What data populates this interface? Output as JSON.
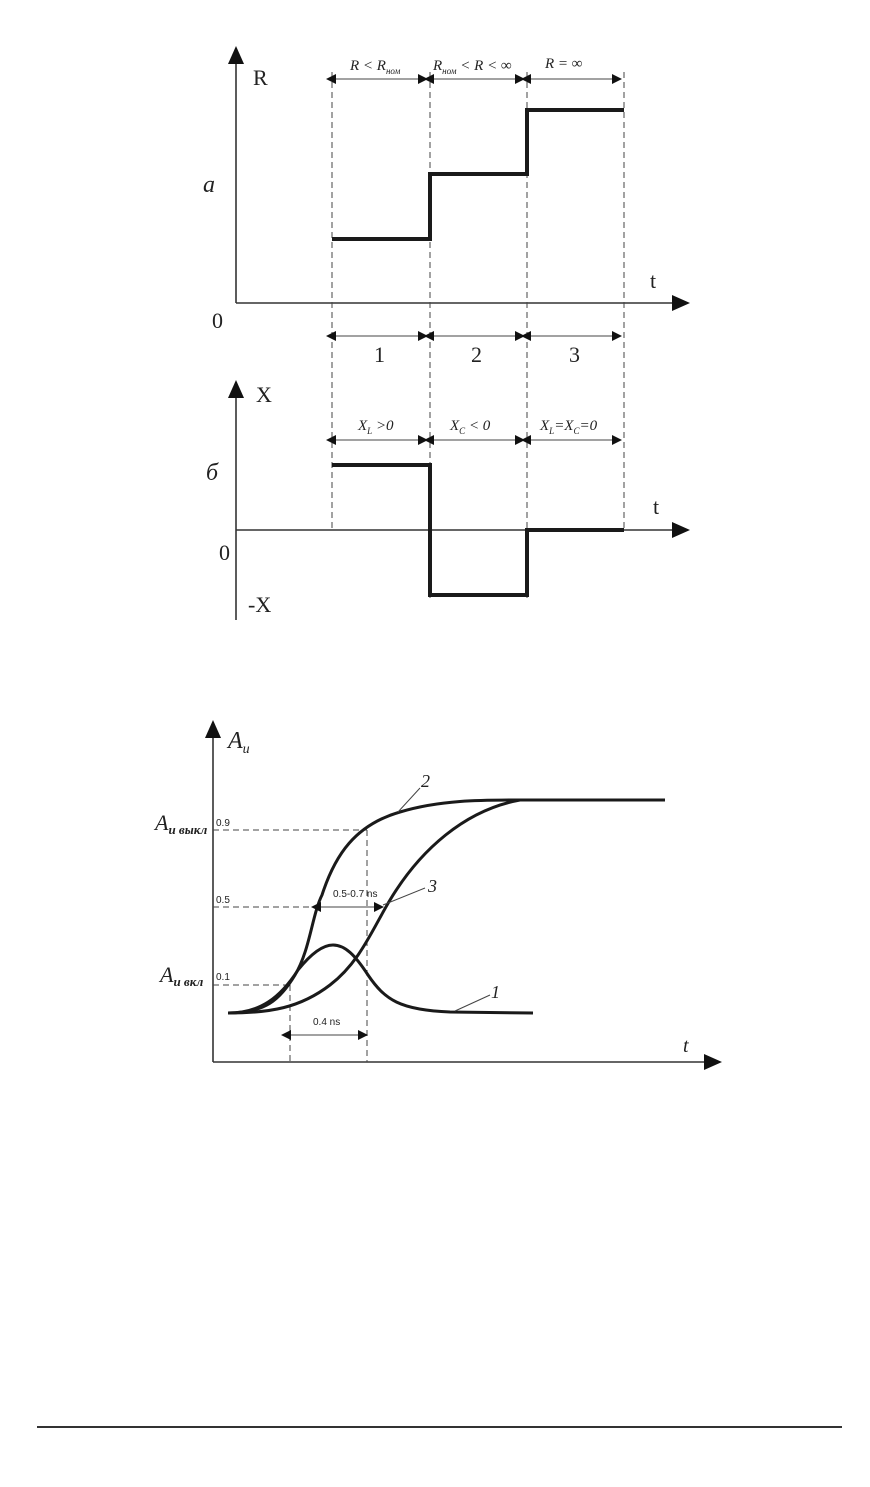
{
  "figure_a": {
    "panel_label": "а",
    "y_axis_label": "R",
    "x_axis_label": "t",
    "origin_label": "0",
    "intervals": [
      {
        "main": "R < R",
        "sub": "ном",
        "tail": ""
      },
      {
        "main": "R",
        "sub": "ном",
        "tail": " < R < ∞"
      },
      {
        "main": "R = ∞",
        "sub": "",
        "tail": ""
      }
    ],
    "stage_numbers": [
      "1",
      "2",
      "3"
    ],
    "steps": [
      1,
      2,
      3
    ]
  },
  "figure_b": {
    "panel_label": "б",
    "y_axis_label": "X",
    "neg_axis_label": "-X",
    "x_axis_label": "t",
    "origin_label": "0",
    "intervals": [
      {
        "p1": "X",
        "s1": "L",
        "p2": " >0",
        "s2": "",
        "p3": ""
      },
      {
        "p1": "X",
        "s1": "C",
        "p2": " < 0",
        "s2": "",
        "p3": ""
      },
      {
        "p1": "X",
        "s1": "L",
        "p2": "=X",
        "s2": "C",
        "p3": "=0"
      }
    ],
    "steps": [
      1,
      -1,
      0
    ]
  },
  "figure_c": {
    "y_axis_label": "A",
    "y_axis_sub": "и",
    "x_axis_label": "t",
    "off_label": "A",
    "off_sub": "и выкл",
    "on_label": "A",
    "on_sub": "и вкл",
    "levels": [
      "0.9",
      "0.5",
      "0.1"
    ],
    "curve_labels": [
      "1",
      "2",
      "3"
    ],
    "interval_05_07": "0.5-0.7 ns",
    "interval_04": "0.4 ns"
  }
}
